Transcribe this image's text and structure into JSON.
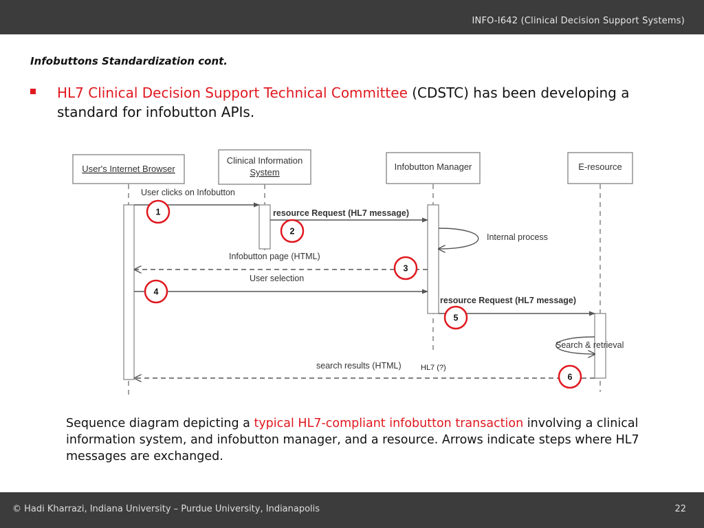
{
  "header": {
    "course_title": "INFO-I642 (Clinical Decision Support Systems)"
  },
  "slide": {
    "subtitle": "Infobuttons Standardization cont.",
    "bullet": {
      "highlight": "HL7 Clinical Decision Support Technical Committee",
      "rest": " (CDSTC) has been developing a standard for infobutton APIs."
    }
  },
  "diagram": {
    "lifelines": {
      "browser": "User's Internet Browser",
      "cis_line1": "Clinical Information",
      "cis_line2": "System",
      "manager": "Infobutton Manager",
      "eresource": "E-resource"
    },
    "messages": {
      "m1": "User clicks on Infobutton",
      "m2": "resource Request (HL7 message)",
      "internal": "Internal process",
      "page": "Infobutton page (HTML)",
      "selection": "User selection",
      "m5": "resource Request (HL7 message)",
      "search": "Search & retrieval",
      "results": "search results (HTML)",
      "hl7q": "HL7 (?)"
    },
    "steps": [
      "1",
      "2",
      "3",
      "4",
      "5",
      "6"
    ],
    "step_color": "#e0181f"
  },
  "caption": {
    "prefix": "Sequence diagram depicting a ",
    "highlight": "typical HL7-compliant infobutton transaction",
    "suffix": " involving a clinical information system, and infobutton manager, and a resource. Arrows indicate steps where HL7 messages are exchanged."
  },
  "footer": {
    "copyright": "© Hadi Kharrazi, Indiana University – Purdue University, Indianapolis",
    "page_number": "22"
  }
}
